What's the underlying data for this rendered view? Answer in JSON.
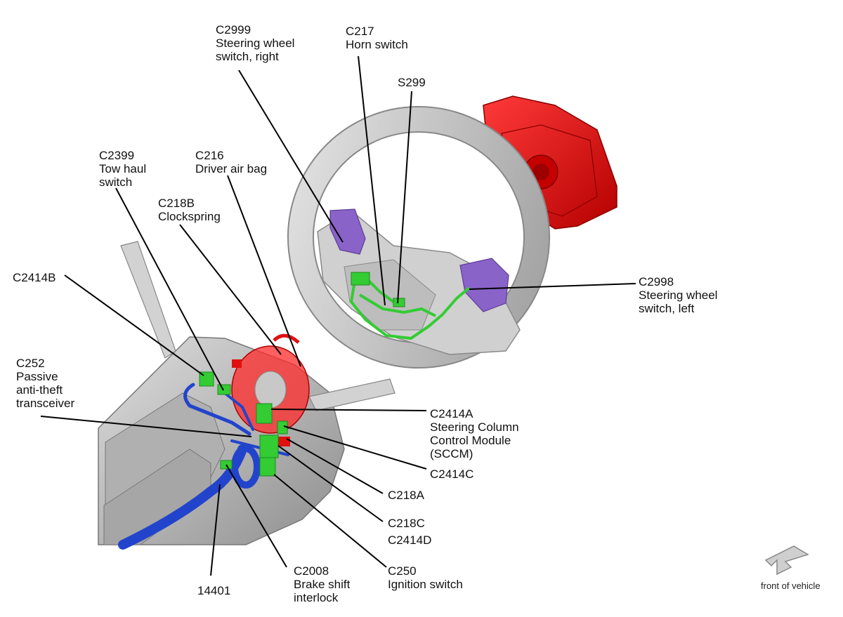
{
  "callouts": {
    "c2999": {
      "code": "C2999",
      "line1": "Steering wheel",
      "line2": "switch, right"
    },
    "c217": {
      "code": "C217",
      "line1": "Horn switch"
    },
    "s299": {
      "code": "S299"
    },
    "c2399": {
      "code": "C2399",
      "line1": "Tow haul",
      "line2": "switch"
    },
    "c216": {
      "code": "C216",
      "line1": "Driver air bag"
    },
    "c218b": {
      "code": "C218B",
      "line1": "Clockspring"
    },
    "c2414b": {
      "code": "C2414B"
    },
    "c2998": {
      "code": "C2998",
      "line1": "Steering wheel",
      "line2": "switch, left"
    },
    "c252": {
      "code": "C252",
      "line1": "Passive",
      "line2": "anti-theft",
      "line3": "transceiver"
    },
    "c2414a": {
      "code": "C2414A",
      "line1": "Steering Column",
      "line2": "Control Module",
      "line3": "(SCCM)"
    },
    "c2414c": {
      "code": "C2414C"
    },
    "c218a": {
      "code": "C218A"
    },
    "c218c": {
      "code": "C218C"
    },
    "c2414d": {
      "code": "C2414D"
    },
    "c14401": {
      "code": "14401"
    },
    "c2008": {
      "code": "C2008",
      "line1": "Brake shift",
      "line2": "interlock"
    },
    "c250": {
      "code": "C250",
      "line1": "Ignition switch"
    }
  },
  "orientation": {
    "label": "front of vehicle"
  },
  "colors": {
    "airbag": "#e01010",
    "connector_green": "#33cc33",
    "harness_blue": "#2244cc",
    "switch_purple": "#8a63c9",
    "metal_gray": "#c8c8c8"
  }
}
